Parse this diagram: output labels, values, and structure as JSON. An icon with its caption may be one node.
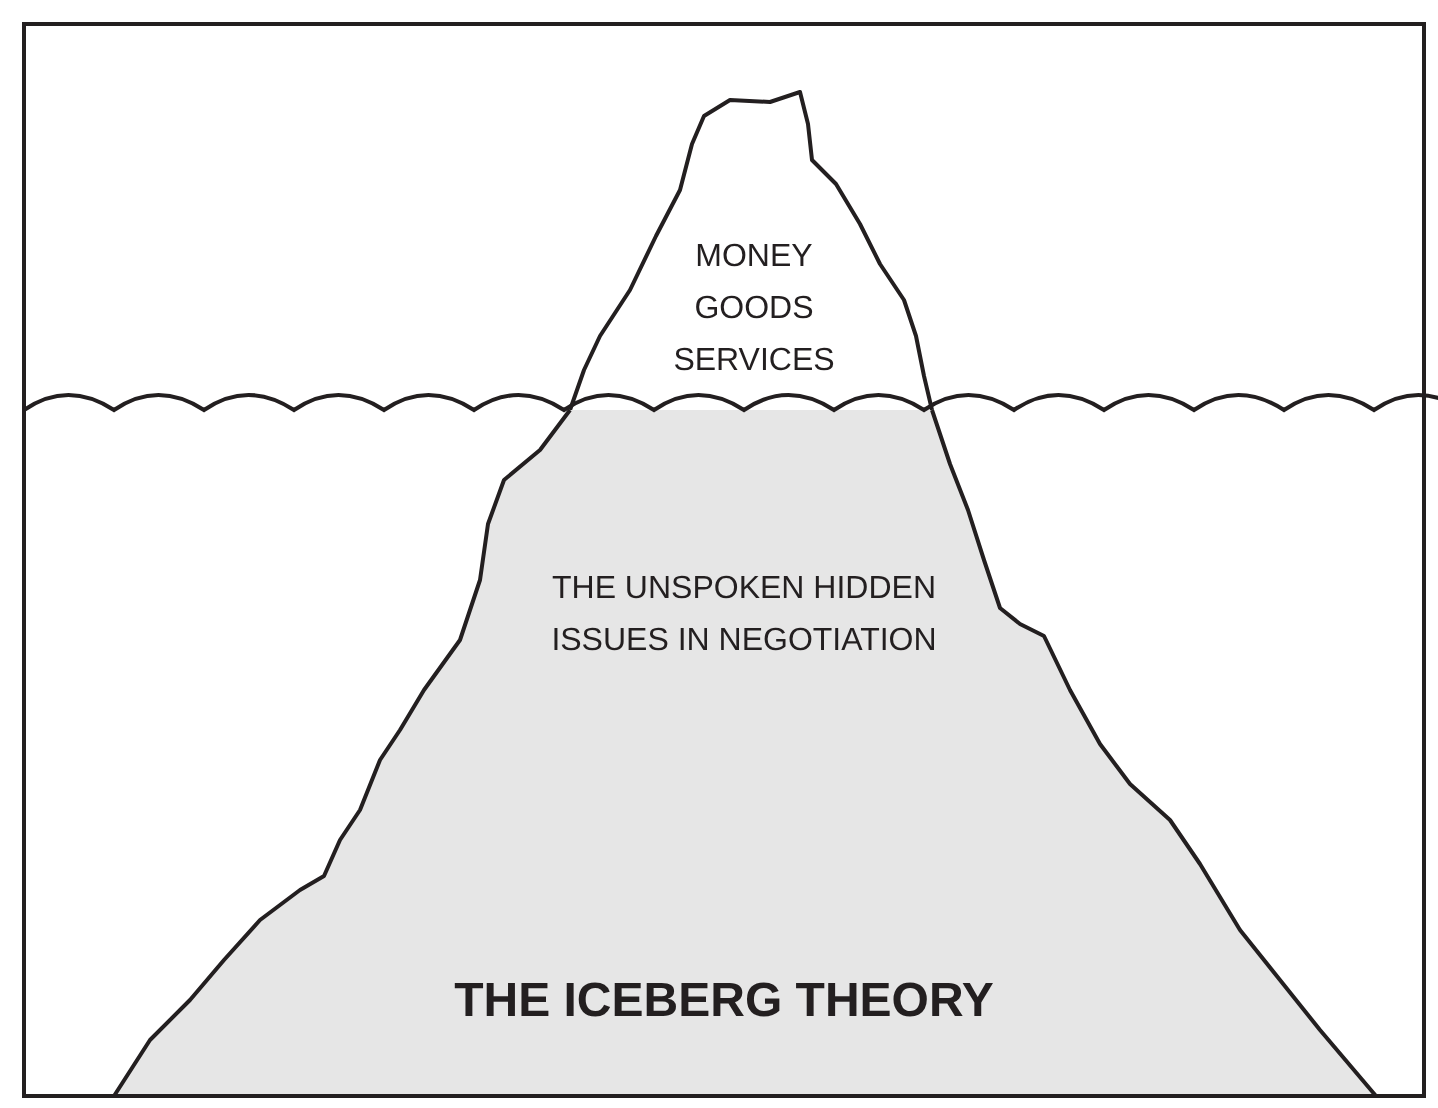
{
  "diagram": {
    "title": "THE ICEBERG THEORY",
    "nodes": [
      {
        "text": [
          "MONEY GOODS SERVICES"
        ]
      },
      {
        "text": [
          "THE UNSPOKEN HIDDEN ISSUES IN NEGOTIATION"
        ]
      }
    ]
  }
}
